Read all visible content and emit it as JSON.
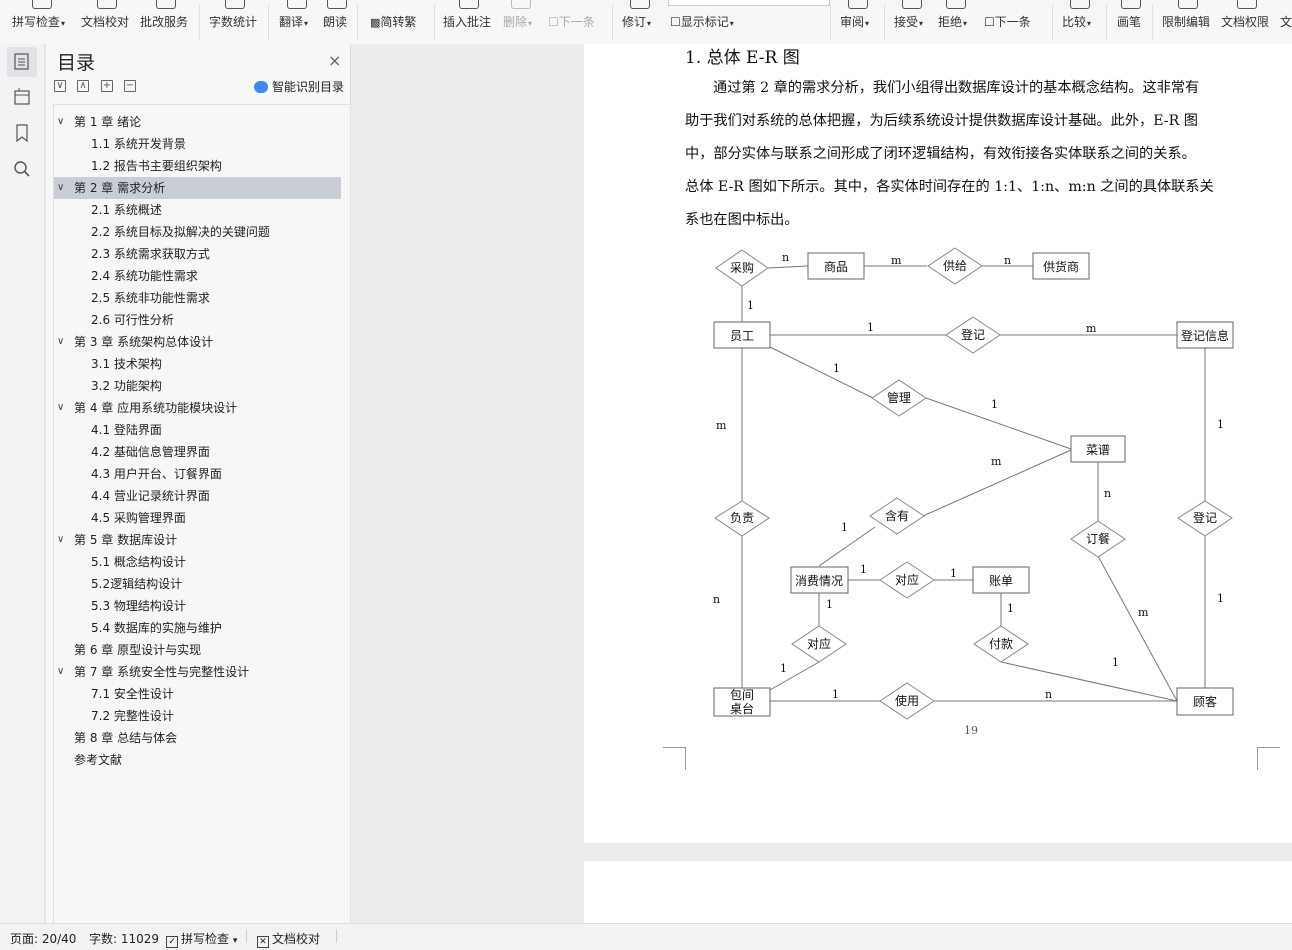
{
  "toolbar": {
    "items": [
      {
        "label": "拼写检查",
        "caret": "▾"
      },
      {
        "label": "文档校对",
        "caret": ""
      },
      {
        "label": "批改服务",
        "caret": ""
      },
      {
        "label": "字数统计",
        "caret": ""
      },
      {
        "label": "翻译",
        "caret": "▾"
      },
      {
        "label": "朗读",
        "caret": ""
      },
      {
        "label": "简转繁",
        "caret": ""
      },
      {
        "label": "插入批注",
        "caret": ""
      },
      {
        "label": "删除",
        "caret": "▾"
      },
      {
        "label": "下一条",
        "caret": ""
      },
      {
        "label": "修订",
        "caret": "▾"
      },
      {
        "label": "显示标记",
        "caret": "▾"
      },
      {
        "label": "审阅",
        "caret": "▾"
      },
      {
        "label": "接受",
        "caret": "▾"
      },
      {
        "label": "拒绝",
        "caret": "▾"
      },
      {
        "label": "下一条",
        "caret": ""
      },
      {
        "label": "比较",
        "caret": "▾"
      },
      {
        "label": "画笔",
        "caret": ""
      },
      {
        "label": "限制编辑",
        "caret": ""
      },
      {
        "label": "文档权限",
        "caret": ""
      },
      {
        "label": "文",
        "caret": ""
      }
    ]
  },
  "toc": {
    "title": "目录",
    "close": "×",
    "smart_label": "智能识别目录",
    "tools": [
      "∨",
      "∧",
      "+",
      "−"
    ],
    "items": [
      {
        "label": "第 1 章  绪论",
        "expander": "∨"
      },
      {
        "label": "1.1  系统开发背景",
        "expander": ""
      },
      {
        "label": "1.2  报告书主要组织架构",
        "expander": ""
      },
      {
        "label": "第 2 章  需求分析",
        "expander": "∨"
      },
      {
        "label": "2.1  系统概述",
        "expander": ""
      },
      {
        "label": "2.2  系统目标及拟解决的关键问题",
        "expander": ""
      },
      {
        "label": "2.3  系统需求获取方式",
        "expander": ""
      },
      {
        "label": "2.4  系统功能性需求",
        "expander": ""
      },
      {
        "label": "2.5  系统非功能性需求",
        "expander": ""
      },
      {
        "label": "2.6  可行性分析",
        "expander": ""
      },
      {
        "label": "第 3 章  系统架构总体设计",
        "expander": "∨"
      },
      {
        "label": "3.1  技术架构",
        "expander": ""
      },
      {
        "label": "3.2  功能架构",
        "expander": ""
      },
      {
        "label": "第 4 章  应用系统功能模块设计",
        "expander": "∨"
      },
      {
        "label": "4.1  登陆界面",
        "expander": ""
      },
      {
        "label": "4.2  基础信息管理界面",
        "expander": ""
      },
      {
        "label": "4.3  用户开台、订餐界面",
        "expander": ""
      },
      {
        "label": "4.4  营业记录统计界面",
        "expander": ""
      },
      {
        "label": "4.5  采购管理界面",
        "expander": ""
      },
      {
        "label": "第 5 章  数据库设计",
        "expander": "∨"
      },
      {
        "label": "5.1  概念结构设计",
        "expander": ""
      },
      {
        "label": "5.2逻辑结构设计",
        "expander": ""
      },
      {
        "label": "5.3  物理结构设计",
        "expander": ""
      },
      {
        "label": "5.4  数据库的实施与维护",
        "expander": ""
      },
      {
        "label": "第 6 章  原型设计与实现",
        "expander": ""
      },
      {
        "label": "第 7 章  系统安全性与完整性设计",
        "expander": "∨"
      },
      {
        "label": "7.1  安全性设计",
        "expander": ""
      },
      {
        "label": "7.2  完整性设计",
        "expander": ""
      },
      {
        "label": "第 8 章  总结与体会",
        "expander": ""
      },
      {
        "label": "参考文献",
        "expander": ""
      }
    ]
  },
  "document": {
    "heading": "1.  总体 E-R 图",
    "paragraph_lines": [
      "通过第 2 章的需求分析，我们小组得出数据库设计的基本概念结构。这非常有",
      "助于我们对系统的总体把握，为后续系统设计提供数据库设计基础。此外，E-R 图",
      "中，部分实体与联系之间形成了闭环逻辑结构，有效衔接各实体联系之间的关系。",
      "总体 E-R 图如下所示。其中，各实体时间存在的 1:1、1:n、m:n 之间的具体联系关",
      "系也在图中标出。"
    ],
    "page_number": "19"
  },
  "er_diagram": {
    "entities": [
      "商品",
      "供货商",
      "员工",
      "登记信息",
      "菜谱",
      "消费情况",
      "账单",
      "包间",
      "桌台",
      "顾客"
    ],
    "relationships": [
      "采购",
      "供给",
      "登记",
      "管理",
      "含有",
      "负责",
      "订餐",
      "登记",
      "对应",
      "付款",
      "对应",
      "使用"
    ],
    "cardinalities": [
      "n",
      "m",
      "n",
      "1",
      "1",
      "m",
      "1",
      "1",
      "m",
      "m",
      "1",
      "1",
      "n",
      "1",
      "1",
      "1",
      "1",
      "1",
      "m",
      "n",
      "1",
      "1",
      "1",
      "n"
    ]
  },
  "status": {
    "page": "页面: 20/40",
    "words": "字数: 11029",
    "spell_check": "拼写检查",
    "spell_caret": "▾",
    "doc_check": "文档校对"
  }
}
